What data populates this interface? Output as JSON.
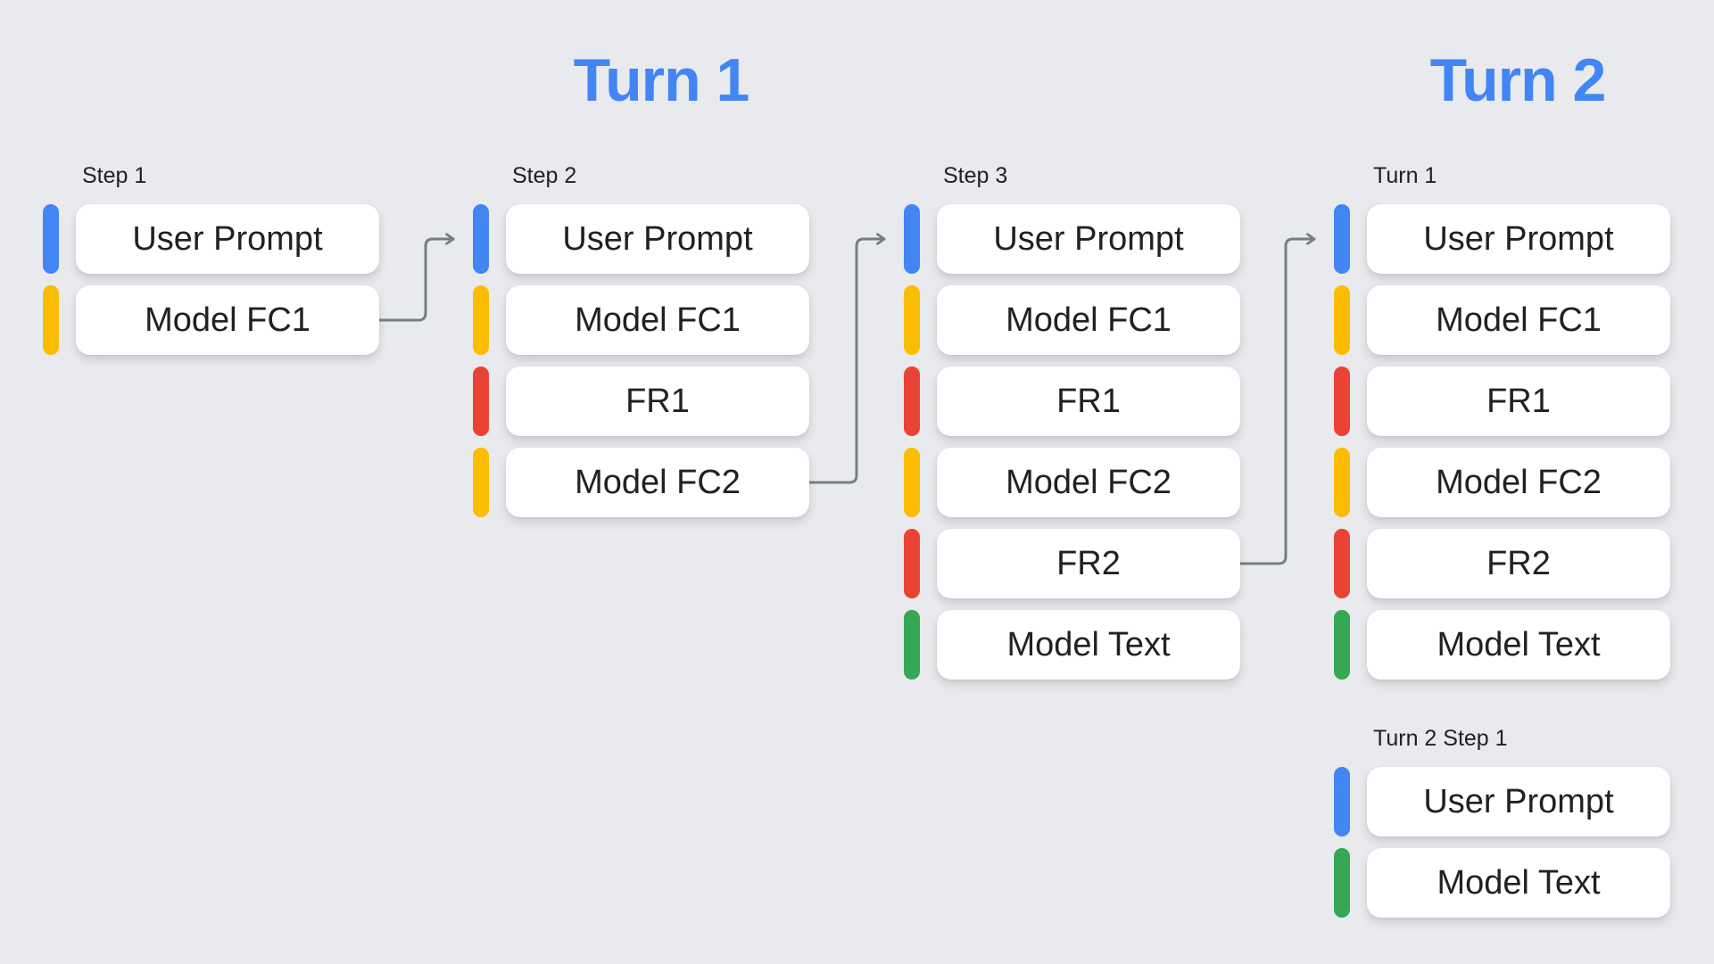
{
  "canvas": {
    "background": "#e8eaed"
  },
  "headers": [
    {
      "label": "Turn 1",
      "color": "#4285f4"
    },
    {
      "label": "Turn 2",
      "color": "#4285f4"
    }
  ],
  "palette": {
    "user_prompt": "#4285F4",
    "model_function_call": "#FBBC04",
    "function_response": "#EA4335",
    "model_text": "#34A853",
    "arrow": "#797d82",
    "card_background": "#ffffff",
    "text": "#202124"
  },
  "groups": [
    {
      "label": "Step 1",
      "rows": [
        {
          "label": "User Prompt",
          "color": "#4285F4"
        },
        {
          "label": "Model FC1",
          "color": "#FBBC04"
        }
      ]
    },
    {
      "label": "Step 2",
      "rows": [
        {
          "label": "User Prompt",
          "color": "#4285F4"
        },
        {
          "label": "Model FC1",
          "color": "#FBBC04"
        },
        {
          "label": "FR1",
          "color": "#EA4335"
        },
        {
          "label": "Model FC2",
          "color": "#FBBC04"
        }
      ]
    },
    {
      "label": "Step 3",
      "rows": [
        {
          "label": "User Prompt",
          "color": "#4285F4"
        },
        {
          "label": "Model FC1",
          "color": "#FBBC04"
        },
        {
          "label": "FR1",
          "color": "#EA4335"
        },
        {
          "label": "Model FC2",
          "color": "#FBBC04"
        },
        {
          "label": "FR2",
          "color": "#EA4335"
        },
        {
          "label": "Model Text",
          "color": "#34A853"
        }
      ]
    },
    {
      "label": "Turn 1",
      "rows": [
        {
          "label": "User Prompt",
          "color": "#4285F4"
        },
        {
          "label": "Model FC1",
          "color": "#FBBC04"
        },
        {
          "label": "FR1",
          "color": "#EA4335"
        },
        {
          "label": "Model FC2",
          "color": "#FBBC04"
        },
        {
          "label": "FR2",
          "color": "#EA4335"
        },
        {
          "label": "Model Text",
          "color": "#34A853"
        }
      ]
    },
    {
      "label": "Turn 2 Step 1",
      "rows": [
        {
          "label": "User Prompt",
          "color": "#4285F4"
        },
        {
          "label": "Model Text",
          "color": "#34A853"
        }
      ]
    }
  ]
}
